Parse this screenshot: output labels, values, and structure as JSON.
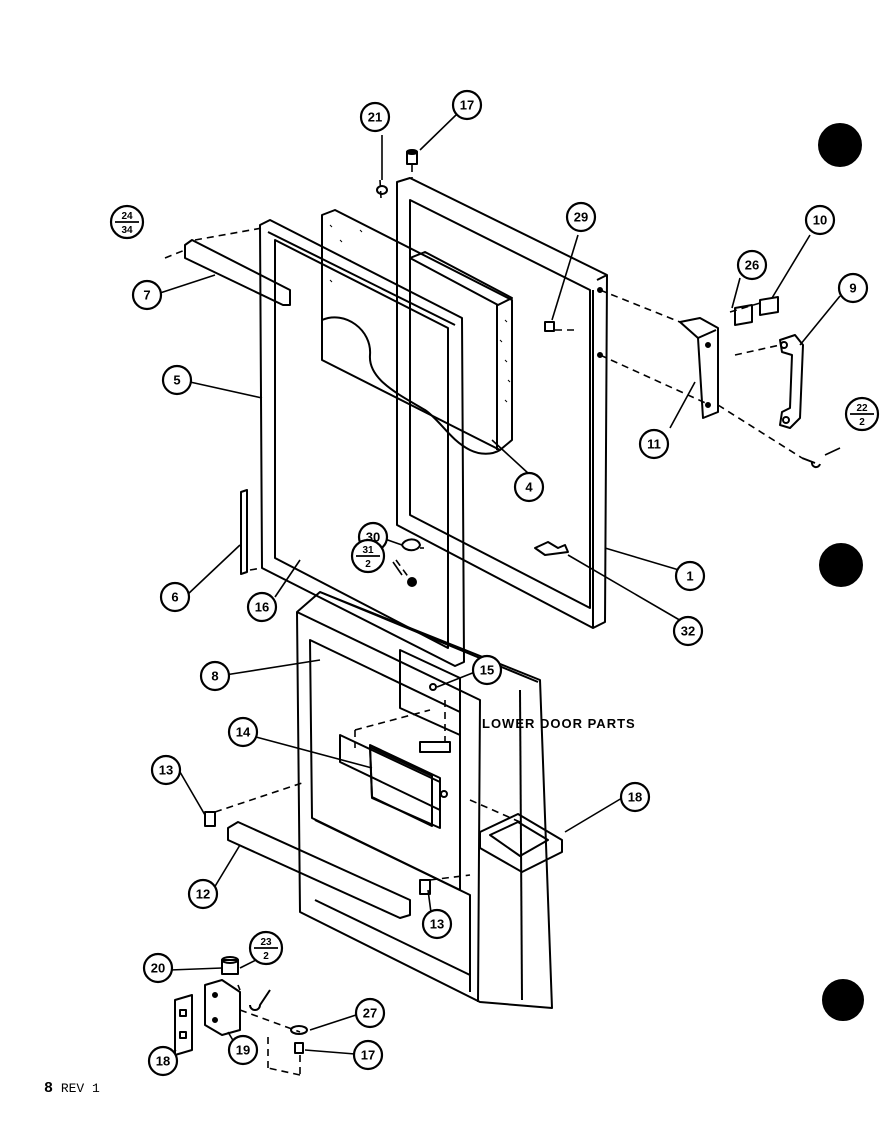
{
  "diagram": {
    "caption": "LOWER DOOR PARTS",
    "revision": {
      "sheet": "8",
      "rev": "REV 1"
    },
    "callouts": [
      {
        "id": "c1",
        "label": "1"
      },
      {
        "id": "c4",
        "label": "4"
      },
      {
        "id": "c5",
        "label": "5"
      },
      {
        "id": "c6",
        "label": "6"
      },
      {
        "id": "c7",
        "label": "7"
      },
      {
        "id": "c8",
        "label": "8"
      },
      {
        "id": "c9",
        "label": "9"
      },
      {
        "id": "c10",
        "label": "10"
      },
      {
        "id": "c11",
        "label": "11"
      },
      {
        "id": "c12",
        "label": "12"
      },
      {
        "id": "c13a",
        "label": "13"
      },
      {
        "id": "c13b",
        "label": "13"
      },
      {
        "id": "c14",
        "label": "14"
      },
      {
        "id": "c15",
        "label": "15"
      },
      {
        "id": "c16",
        "label": "16"
      },
      {
        "id": "c17a",
        "label": "17"
      },
      {
        "id": "c17b",
        "label": "17"
      },
      {
        "id": "c18a",
        "label": "18"
      },
      {
        "id": "c18b",
        "label": "18"
      },
      {
        "id": "c19",
        "label": "19"
      },
      {
        "id": "c20",
        "label": "20"
      },
      {
        "id": "c21",
        "label": "21"
      },
      {
        "id": "c26",
        "label": "26"
      },
      {
        "id": "c27",
        "label": "27"
      },
      {
        "id": "c29",
        "label": "29"
      },
      {
        "id": "c30",
        "label": "30"
      },
      {
        "id": "c32",
        "label": "32"
      }
    ],
    "fraction_callouts": [
      {
        "id": "f2434",
        "top": "24",
        "bottom": "34"
      },
      {
        "id": "f222",
        "top": "22",
        "bottom": "2"
      },
      {
        "id": "f312",
        "top": "31",
        "bottom": "2"
      },
      {
        "id": "f232",
        "top": "23",
        "bottom": "2"
      }
    ]
  }
}
